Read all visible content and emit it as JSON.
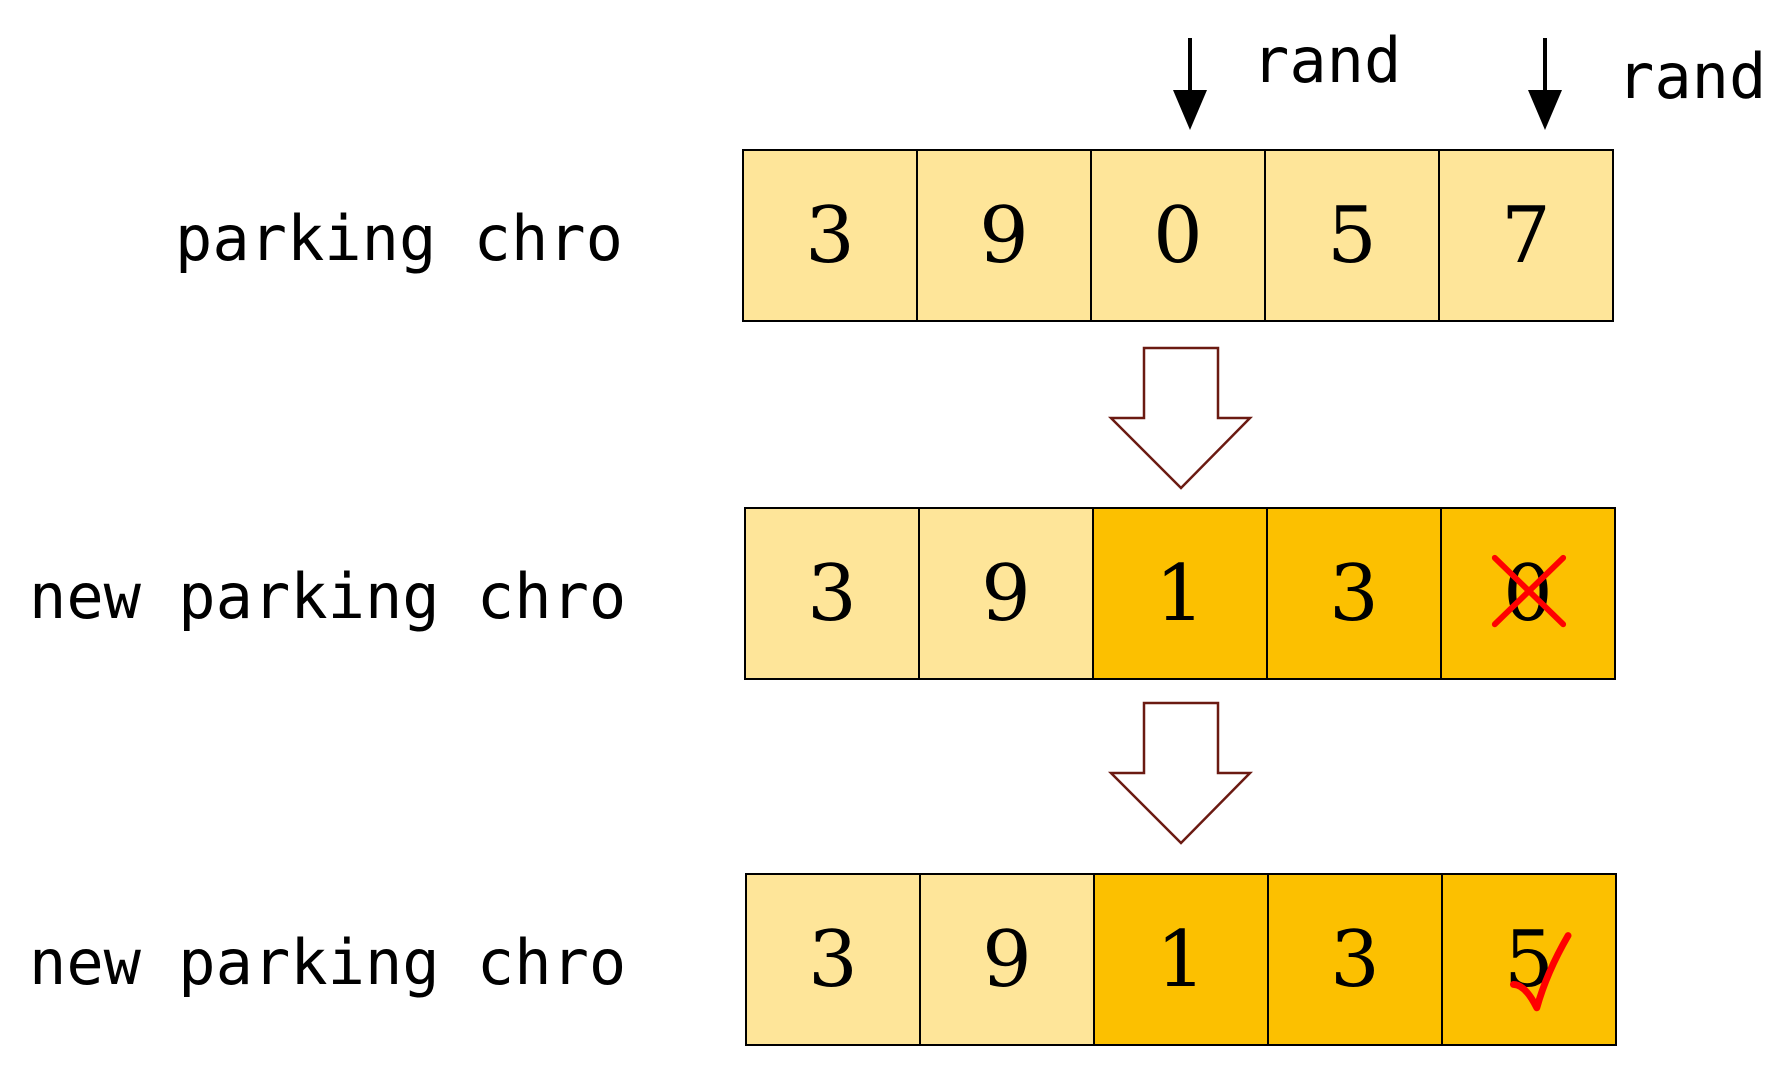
{
  "rows": [
    {
      "label": "parking chro",
      "cells": [
        {
          "value": "3",
          "tone": "light"
        },
        {
          "value": "9",
          "tone": "light"
        },
        {
          "value": "0",
          "tone": "light"
        },
        {
          "value": "5",
          "tone": "light"
        },
        {
          "value": "7",
          "tone": "light"
        }
      ]
    },
    {
      "label": "new parking chro",
      "cells": [
        {
          "value": "3",
          "tone": "light"
        },
        {
          "value": "9",
          "tone": "light"
        },
        {
          "value": "1",
          "tone": "dark"
        },
        {
          "value": "3",
          "tone": "dark"
        },
        {
          "value": "0",
          "tone": "dark",
          "mark": "cross"
        }
      ]
    },
    {
      "label": "new parking chro",
      "cells": [
        {
          "value": "3",
          "tone": "light"
        },
        {
          "value": "9",
          "tone": "light"
        },
        {
          "value": "1",
          "tone": "dark"
        },
        {
          "value": "3",
          "tone": "dark"
        },
        {
          "value": "5",
          "tone": "dark",
          "mark": "check"
        }
      ]
    }
  ],
  "pointers": [
    {
      "label": "rand",
      "target_cell_index": 2
    },
    {
      "label": "rand",
      "target_cell_index": 4
    }
  ],
  "colors": {
    "light_cell": "#fee599",
    "dark_cell": "#fcc000",
    "border": "#000000",
    "block_arrow_stroke": "#6b1a12",
    "mark_red": "#ff0000"
  }
}
